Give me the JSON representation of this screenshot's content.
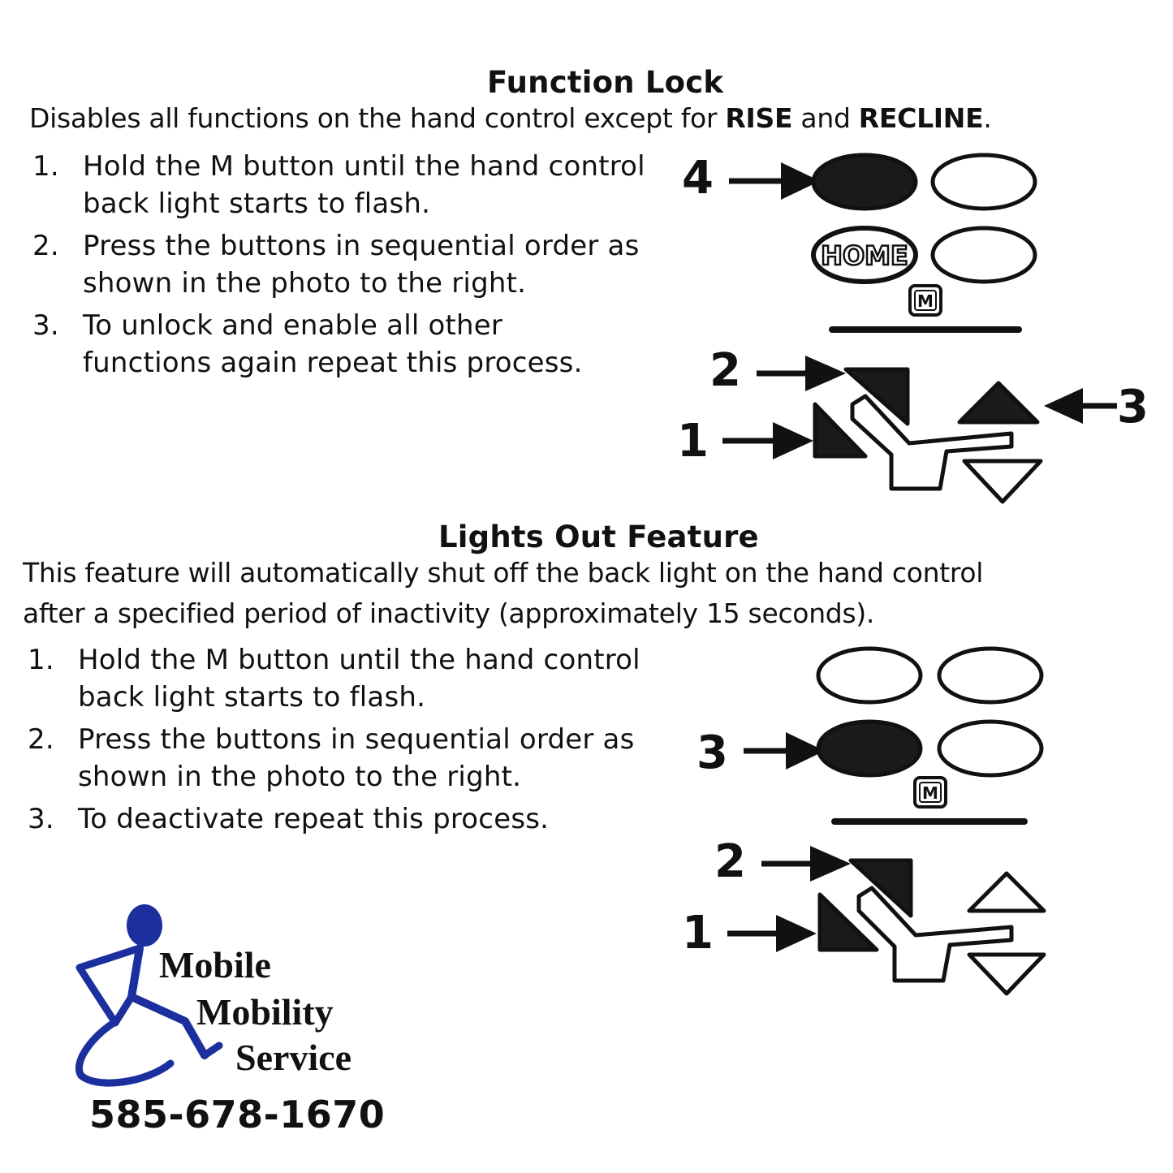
{
  "function_lock": {
    "title": "Function Lock",
    "description_prefix": "Disables all functions on the hand control except for ",
    "description_bold1": "RISE",
    "description_mid": " and ",
    "description_bold2": "RECLINE",
    "description_suffix": ".",
    "steps": [
      {
        "num": "1.",
        "text": "Hold the M button until the hand control back light starts to flash."
      },
      {
        "num": "2.",
        "text": "Press the buttons in sequential order as shown in the photo to the right."
      },
      {
        "num": "3.",
        "text": "To unlock and enable all other functions again repeat this process."
      }
    ],
    "diagram": {
      "home_label": "HOME",
      "m_label": "M",
      "markers": [
        "4",
        "2",
        "1",
        "3"
      ]
    }
  },
  "lights_out": {
    "title": "Lights Out Feature",
    "description_line1": "This feature will automatically shut off the back light on the hand control",
    "description_line2": "after a specified period of inactivity (approximately 15 seconds).",
    "steps": [
      {
        "num": "1.",
        "text": "Hold the M button until the hand control back light starts to flash."
      },
      {
        "num": "2.",
        "text": "Press the buttons in sequential order as shown in the photo to the right."
      },
      {
        "num": "3.",
        "text": "To deactivate repeat this process."
      }
    ],
    "diagram": {
      "m_label": "M",
      "markers": [
        "3",
        "2",
        "1"
      ]
    }
  },
  "company": {
    "name_line1": "Mobile",
    "name_line2": "Mobility",
    "name_line3": "Service",
    "phone": "585-678-1670",
    "logo_color": "#1c2f9e"
  }
}
